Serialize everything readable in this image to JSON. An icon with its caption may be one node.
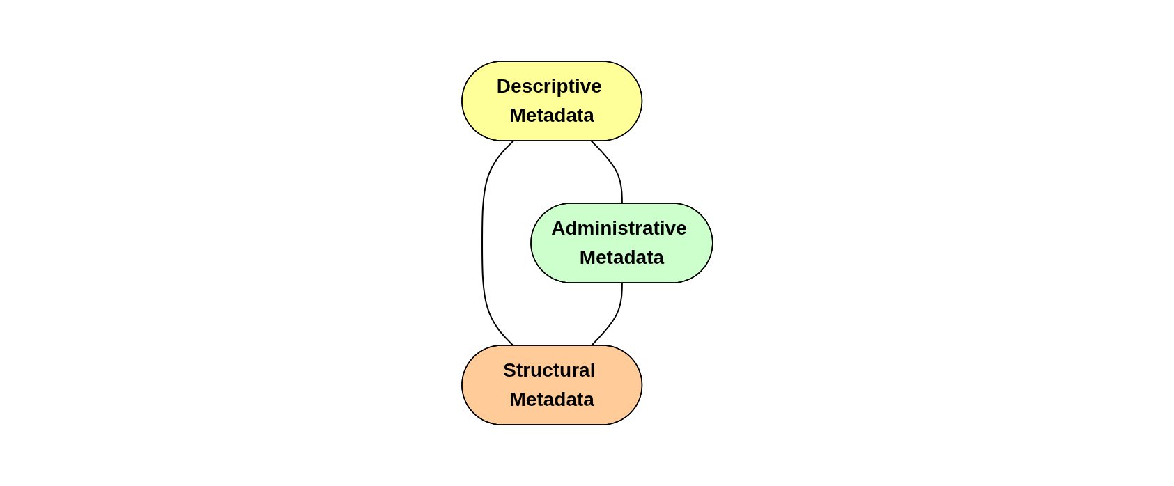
{
  "diagram": {
    "nodes": [
      {
        "text": [
          "Descriptive Metadata"
        ]
      },
      {
        "text": [
          "Administrative Metadata"
        ]
      },
      {
        "text": [
          "Structural Metadata"
        ]
      }
    ],
    "edges": [
      {
        "from": 0,
        "to": 1,
        "arrow": "none"
      },
      {
        "from": 0,
        "to": 2,
        "arrow": "none"
      },
      {
        "from": 1,
        "to": 2,
        "arrow": "none"
      }
    ]
  }
}
